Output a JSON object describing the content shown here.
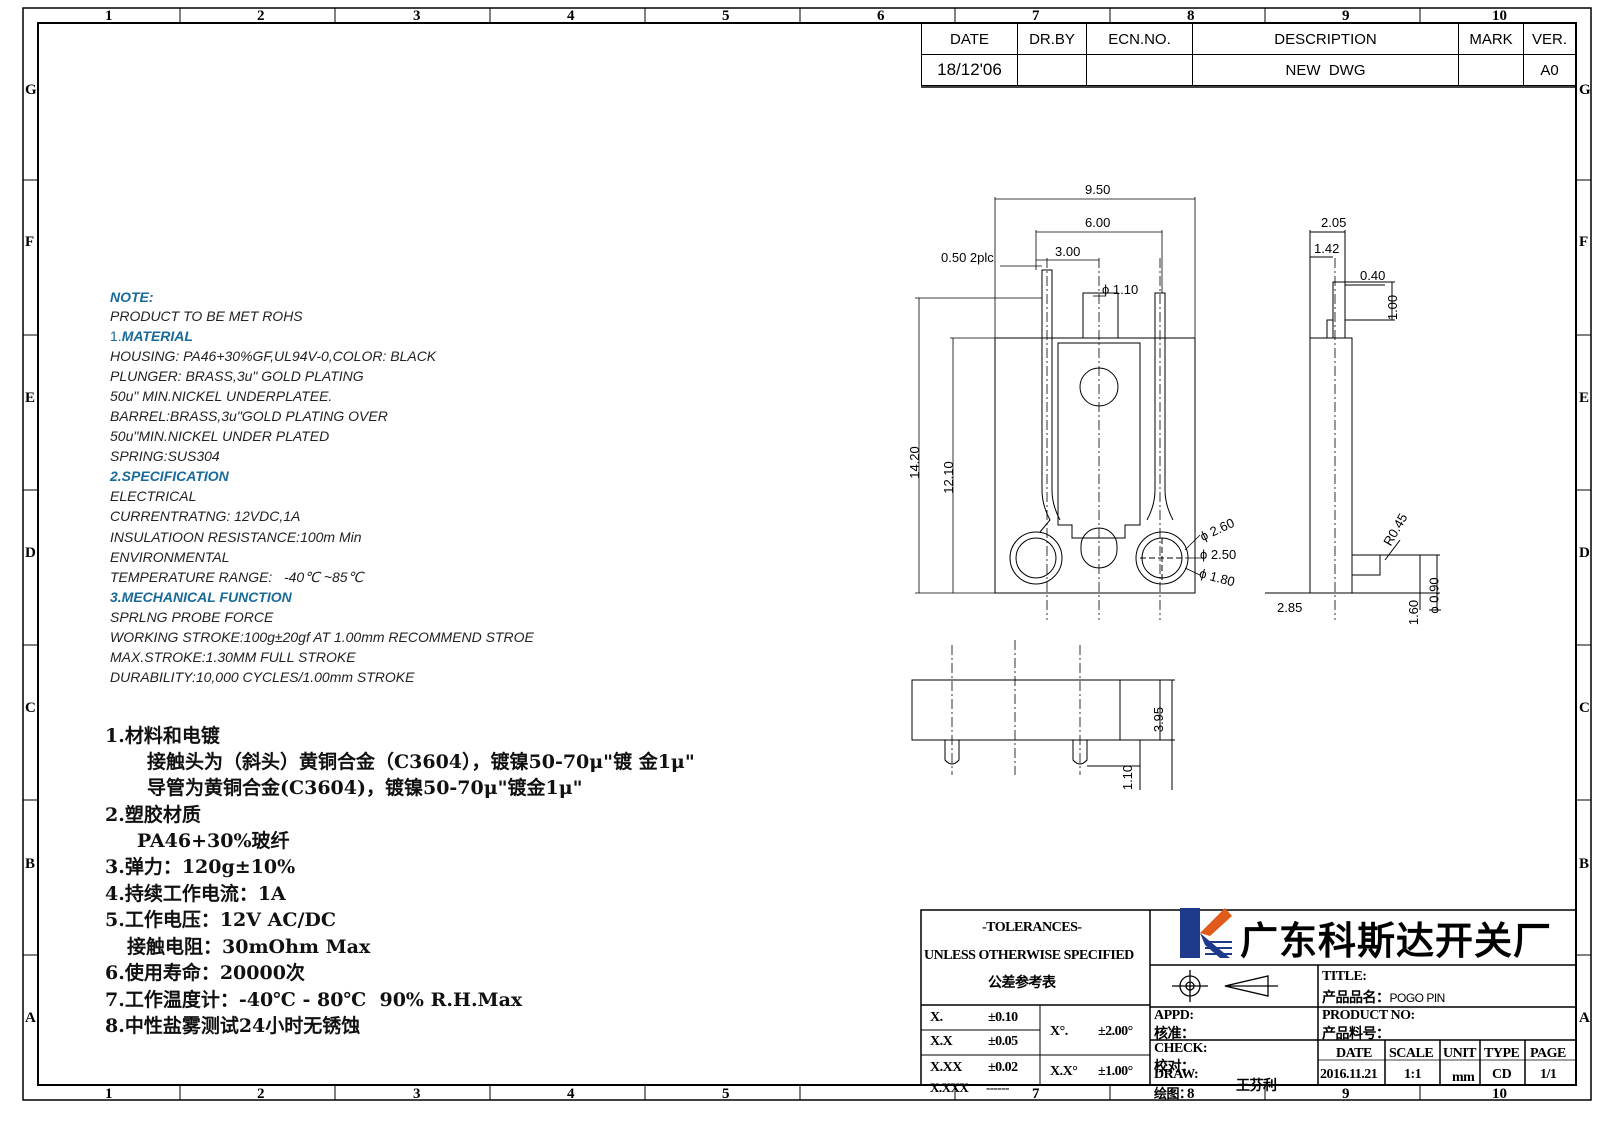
{
  "border": {
    "top_zones": [
      "1",
      "2",
      "3",
      "4",
      "5",
      "6",
      "7",
      "8",
      "9",
      "10"
    ],
    "bottom_zones": [
      "1",
      "2",
      "3",
      "4",
      "5",
      "7",
      "8",
      "9",
      "10"
    ],
    "left_zones": [
      "G",
      "F",
      "E",
      "D",
      "C",
      "B",
      "A"
    ],
    "right_zones": [
      "G",
      "F",
      "E",
      "D",
      "C",
      "B",
      "A"
    ]
  },
  "revision_table": {
    "headers": [
      "DATE",
      "DR.BY",
      "ECN.NO.",
      "DESCRIPTION",
      "MARK",
      "VER."
    ],
    "row": [
      "18/12'06",
      "",
      "",
      "NEW  DWG",
      "",
      "A0"
    ]
  },
  "notes": {
    "title": "NOTE:",
    "rohs": "PRODUCT TO BE MET ROHS",
    "material_num": "1.",
    "material_head": "MATERIAL",
    "material_lines": [
      "HOUSING: PA46+30%GF,UL94V-0,COLOR: BLACK",
      "PLUNGER: BRASS,3u\" GOLD PLATING",
      "50u\" MIN.NICKEL UNDERPLATEE.",
      "BARREL:BRASS,3u\"GOLD PLATING OVER",
      "50u\"MIN.NICKEL UNDER PLATED",
      "SPRING:SUS304"
    ],
    "spec_head": "2.SPECIFICATION",
    "spec_lines": [
      "ELECTRICAL",
      "CURRENTRATNG: 12VDC,1A",
      "INSULATIOON RESISTANCE:100m Min",
      "ENVIRONMENTAL",
      "TEMPERATURE RANGE:   -40℃ ~85℃"
    ],
    "mech_head": "3.MECHANICAL FUNCTION",
    "mech_lines": [
      "SPRLNG PROBE FORCE",
      "WORKING STROKE:100g±20gf AT 1.00mm RECOMMEND STROE",
      "MAX.STROKE:1.30MM FULL STROKE",
      "DURABILITY:10,000 CYCLES/1.00mm STROKE"
    ]
  },
  "chinese_notes": [
    "1.材料和电镀",
    "接触头为（斜头）黄铜合金（C3604），镀镍50-70μ\"镀 金1μ\"",
    "导管为黄铜合金(C3604)，镀镍50-70μ\"镀金1μ\"",
    "2.塑胶材质",
    "PA46+30%玻纤",
    "3.弹力：120g±10%",
    "4.持续工作电流：1A",
    "5.工作电压：12V AC/DC",
    "接触电阻：30mOhm Max",
    "6.使用寿命：20000次",
    "7.工作温度计：-40℃ - 80℃  90% R.H.Max",
    "8.中性盐雾测试24小时无锈蚀"
  ],
  "dimensions": {
    "d950": "9.50",
    "d600": "6.00",
    "d300": "3.00",
    "d050": "0.50 2plc",
    "d110phi": "ϕ 1.10",
    "d1420": "14.20",
    "d1210": "12.10",
    "d260": "ϕ 2.60",
    "d250": "ϕ 2.50",
    "d180": "ϕ 1.80",
    "d205": "2.05",
    "d142": "1.42",
    "d040": "0.40",
    "d100": "1.00",
    "r045": "R0.45",
    "d285": "2.85",
    "d160": "1.60",
    "d090": "ϕ 0.90",
    "d395": "3.95",
    "d110": "1.10"
  },
  "title_block": {
    "tol_title": "-TOLERANCES-",
    "tol_sub": "UNLESS OTHERWISE SPECIFIED",
    "tol_cn": "公差参考表",
    "company": "广东科斯达开关厂",
    "tol_rows": [
      {
        "k": "X.",
        "v": "±0.10"
      },
      {
        "k": "X.X",
        "v": "±0.05"
      },
      {
        "k": "X.XX",
        "v": "±0.02"
      },
      {
        "k": "X.XXX",
        "v": "------"
      }
    ],
    "ang_rows": [
      {
        "k": "X°.",
        "v": "±2.00°"
      },
      {
        "k": "X.X°",
        "v": "±1.00°"
      }
    ],
    "title_label": "TITLE:",
    "name_label": "产品品名：",
    "name_value": "POGO PIN",
    "pn_label": "PRODUCT NO:",
    "pn_cn": "产品料号：",
    "appd": "APPD:",
    "appd_cn": "核准：",
    "check": "CHECK:",
    "check_cn": "校对：",
    "draw": "DRAW:",
    "draw_cn": "绘图：",
    "drawer": "王芬利",
    "headers": [
      "DATE",
      "SCALE",
      "UNIT",
      "TYPE",
      "PAGE"
    ],
    "values": [
      "2016.11.21",
      "1:1",
      "mm",
      "CD",
      "1/1"
    ]
  }
}
